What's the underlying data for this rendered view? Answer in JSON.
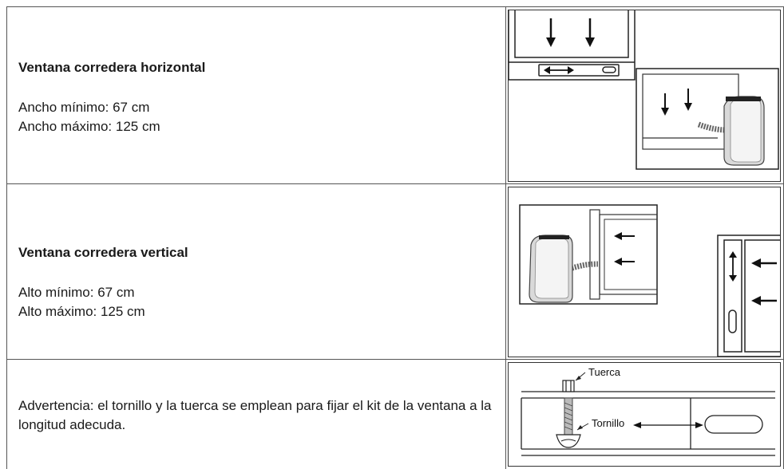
{
  "rows": [
    {
      "title": "Ventana corredera horizontal",
      "line1": "Ancho mínimo: 67 cm",
      "line2": "Ancho máximo: 125 cm"
    },
    {
      "title": "Ventana corredera vertical",
      "line1": "Alto mínimo: 67 cm",
      "line2": "Alto máximo: 125 cm"
    },
    {
      "warning": "Advertencia: el tornillo y la tuerca se emplean para fijar el kit de la ventana a la longitud adecuda.",
      "label_nut": "Tuerca",
      "label_bolt": "Tornillo"
    }
  ]
}
